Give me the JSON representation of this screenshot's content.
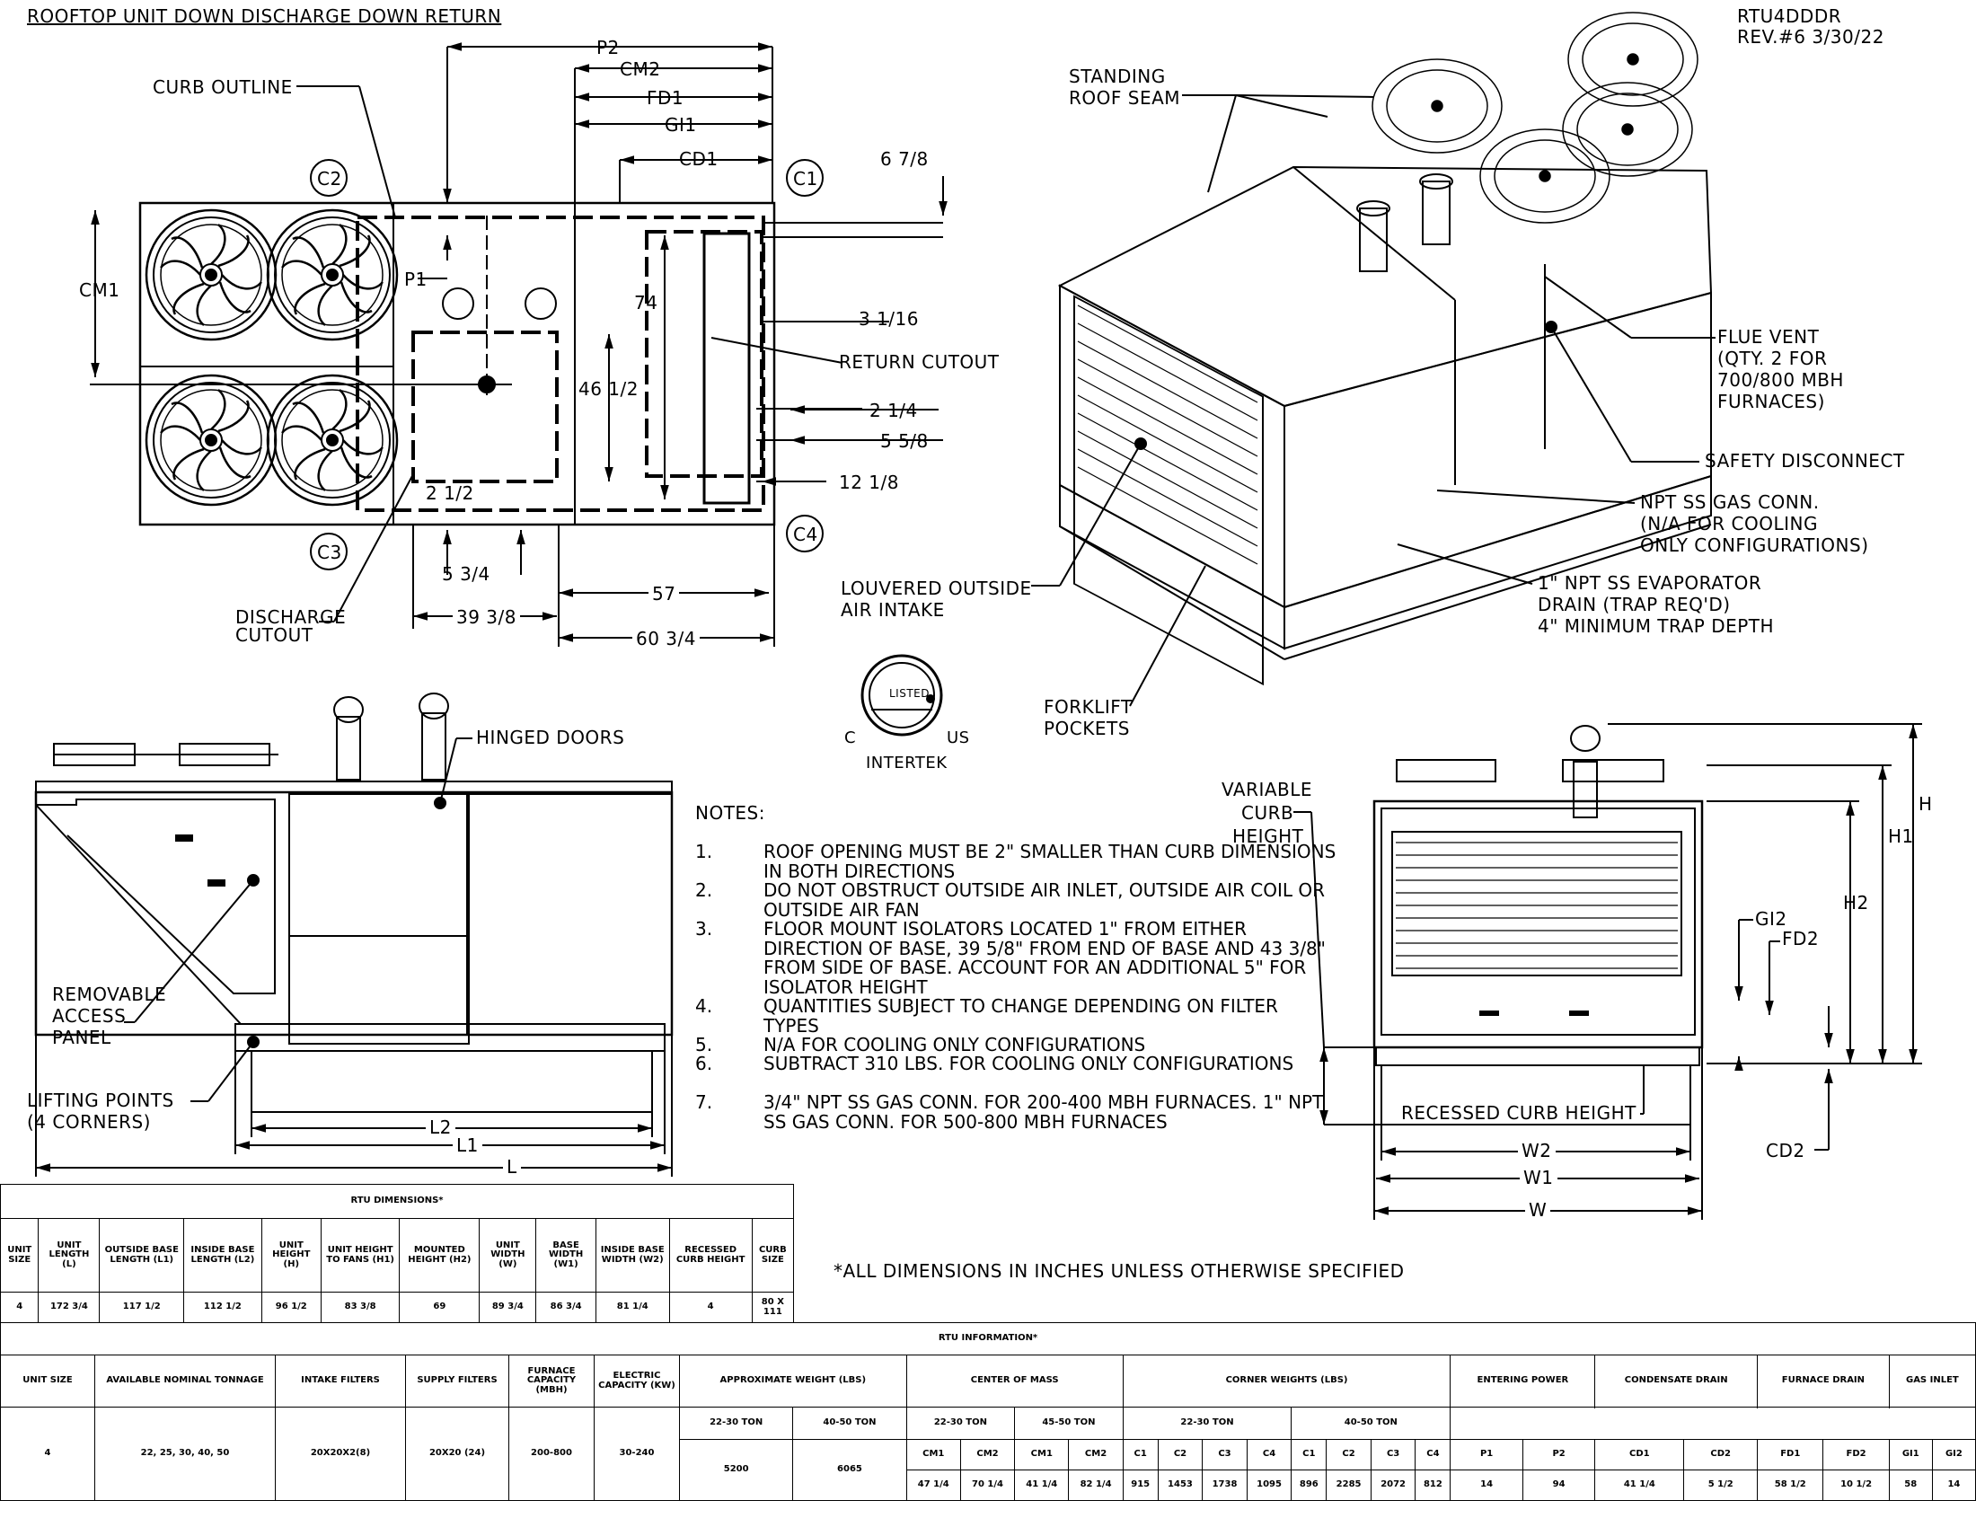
{
  "title": "ROOFTOP UNIT DOWN DISCHARGE DOWN RETURN",
  "drawing_id": "RTU4DDDR",
  "revision": "REV.#6 3/30/22",
  "plan_labels": {
    "curb_outline": "CURB OUTLINE",
    "cm1": "CM1",
    "p1": "P1",
    "p2": "P2",
    "cm2": "CM2",
    "fd1": "FD1",
    "gi1": "GI1",
    "cd1": "CD1",
    "c1": "C1",
    "c2": "C2",
    "c3": "C3",
    "c4": "C4",
    "d_6_7_8": "6 7/8",
    "d_74": "74",
    "d_46_1_2": "46 1/2",
    "d_3_1_16": "3 1/16",
    "return_cutout": "RETURN CUTOUT",
    "d_2_1_4": "2 1/4",
    "d_5_5_8": "5 5/8",
    "d_12_1_8": "12 1/8",
    "d_2_1_2": "2 1/2",
    "d_5_3_4": "5 3/4",
    "d_39_3_8": "39 3/8",
    "d_57": "57",
    "d_60_3_4": "60 3/4",
    "discharge_cutout_1": "DISCHARGE",
    "discharge_cutout_2": "CUTOUT"
  },
  "iso_labels": {
    "standing_roof_seam_1": "STANDING",
    "standing_roof_seam_2": "ROOF SEAM",
    "flue_vent_1": "FLUE VENT",
    "flue_vent_2": "(QTY. 2 FOR",
    "flue_vent_3": "700/800 MBH",
    "flue_vent_4": "FURNACES)",
    "safety_disconnect": "SAFETY DISCONNECT",
    "gas_conn_1": "NPT SS GAS CONN.",
    "gas_conn_2": "(N/A FOR COOLING",
    "gas_conn_3": "ONLY CONFIGURATIONS)",
    "louvered_1": "LOUVERED OUTSIDE",
    "louvered_2": "AIR INTAKE",
    "evap_drain_1": "1\" NPT SS EVAPORATOR",
    "evap_drain_2": "DRAIN (TRAP REQ'D)",
    "evap_drain_3": "4\" MINIMUM TRAP DEPTH",
    "forklift_1": "FORKLIFT",
    "forklift_2": "POCKETS"
  },
  "side_labels": {
    "hinged_doors": "HINGED DOORS",
    "removable_1": "REMOVABLE",
    "removable_2": "ACCESS",
    "removable_3": "PANEL",
    "lifting_1": "LIFTING POINTS",
    "lifting_2": "(4 CORNERS)",
    "l2": "L2",
    "l1": "L1",
    "l": "L"
  },
  "end_labels": {
    "variable_1": "VARIABLE",
    "variable_2": "CURB",
    "variable_3": "HEIGHT",
    "h": "H",
    "h1": "H1",
    "h2": "H2",
    "gi2": "GI2",
    "fd2": "FD2",
    "recessed": "RECESSED CURB HEIGHT",
    "cd2": "CD2",
    "w2": "W2",
    "w1": "W1",
    "w": "W"
  },
  "logo": {
    "c": "C",
    "us": "US",
    "listed": "LISTED",
    "maker": "INTERTEK"
  },
  "notes_title": "NOTES:",
  "notes": [
    {
      "n": "1.",
      "text": "ROOF OPENING MUST BE 2\" SMALLER THAN CURB DIMENSIONS IN BOTH DIRECTIONS"
    },
    {
      "n": "2.",
      "text": "DO NOT OBSTRUCT OUTSIDE AIR INLET, OUTSIDE AIR COIL OR OUTSIDE AIR FAN"
    },
    {
      "n": "3.",
      "text": "FLOOR MOUNT ISOLATORS LOCATED 1\" FROM EITHER DIRECTION OF BASE, 39 5/8\" FROM END OF BASE AND 43 3/8\" FROM SIDE OF BASE. ACCOUNT FOR AN ADDITIONAL 5\" FOR ISOLATOR HEIGHT"
    },
    {
      "n": "4.",
      "text": "QUANTITIES SUBJECT TO CHANGE DEPENDING ON FILTER TYPES"
    },
    {
      "n": "5.",
      "text": "N/A FOR COOLING ONLY CONFIGURATIONS"
    },
    {
      "n": "6.",
      "text": "SUBTRACT 310 LBS. FOR COOLING ONLY CONFIGURATIONS"
    },
    {
      "n": "7.",
      "text": "3/4\" NPT SS GAS CONN. FOR 200-400 MBH FURNACES. 1\" NPT SS GAS CONN. FOR 500-800 MBH FURNACES"
    }
  ],
  "all_dims_note": "*ALL DIMENSIONS IN INCHES UNLESS OTHERWISE SPECIFIED",
  "rtu_dimensions": {
    "title": "RTU DIMENSIONS*",
    "headers": [
      "UNIT SIZE",
      "UNIT LENGTH (L)",
      "OUTSIDE BASE LENGTH (L1)",
      "INSIDE BASE LENGTH (L2)",
      "UNIT HEIGHT (H)",
      "UNIT HEIGHT TO FANS (H1)",
      "MOUNTED HEIGHT (H2)",
      "UNIT WIDTH (W)",
      "BASE WIDTH (W1)",
      "INSIDE BASE WIDTH (W2)",
      "RECESSED CURB HEIGHT",
      "CURB SIZE"
    ],
    "row": [
      "4",
      "172 3/4",
      "117 1/2",
      "112 1/2",
      "96 1/2",
      "83 3/8",
      "69",
      "89 3/4",
      "86 3/4",
      "81 1/4",
      "4",
      "80 X 111"
    ]
  },
  "rtu_information": {
    "title": "RTU INFORMATION*",
    "h_unit_size": "UNIT SIZE",
    "h_tonnage": "AVAILABLE NOMINAL TONNAGE",
    "h_intake": "INTAKE FILTERS",
    "h_supply": "SUPPLY FILTERS",
    "h_furnace": "FURNACE CAPACITY (MBH)",
    "h_electric": "ELECTRIC CAPACITY (KW)",
    "h_weight": "APPROXIMATE WEIGHT (LBS)",
    "h_com": "CENTER OF MASS",
    "h_corner": "CORNER WEIGHTS (LBS)",
    "h_entering": "ENTERING POWER",
    "h_condensate": "CONDENSATE DRAIN",
    "h_furnace_drain": "FURNACE DRAIN",
    "h_gas": "GAS INLET",
    "sub_22_30": "22-30 TON",
    "sub_40_50": "40-50 TON",
    "sub_45_50": "45-50 TON",
    "cols": [
      "CM1",
      "CM2",
      "CM1",
      "CM2",
      "C1",
      "C2",
      "C3",
      "C4",
      "C1",
      "C2",
      "C3",
      "C4",
      "P1",
      "P2",
      "CD1",
      "CD2",
      "FD1",
      "FD2",
      "GI1",
      "GI2"
    ],
    "unit_size": "4",
    "tonnage": "22, 25, 30, 40, 50",
    "intake": "20X20X2(8)",
    "supply": "20X20 (24)",
    "furnace": "200-800",
    "electric": "30-240",
    "weight_22_30": "5200",
    "weight_40_50": "6065",
    "values": [
      "47 1/4",
      "70 1/4",
      "41 1/4",
      "82 1/4",
      "915",
      "1453",
      "1738",
      "1095",
      "896",
      "2285",
      "2072",
      "812",
      "14",
      "94",
      "41 1/4",
      "5 1/2",
      "58 1/2",
      "10 1/2",
      "58",
      "14"
    ]
  }
}
